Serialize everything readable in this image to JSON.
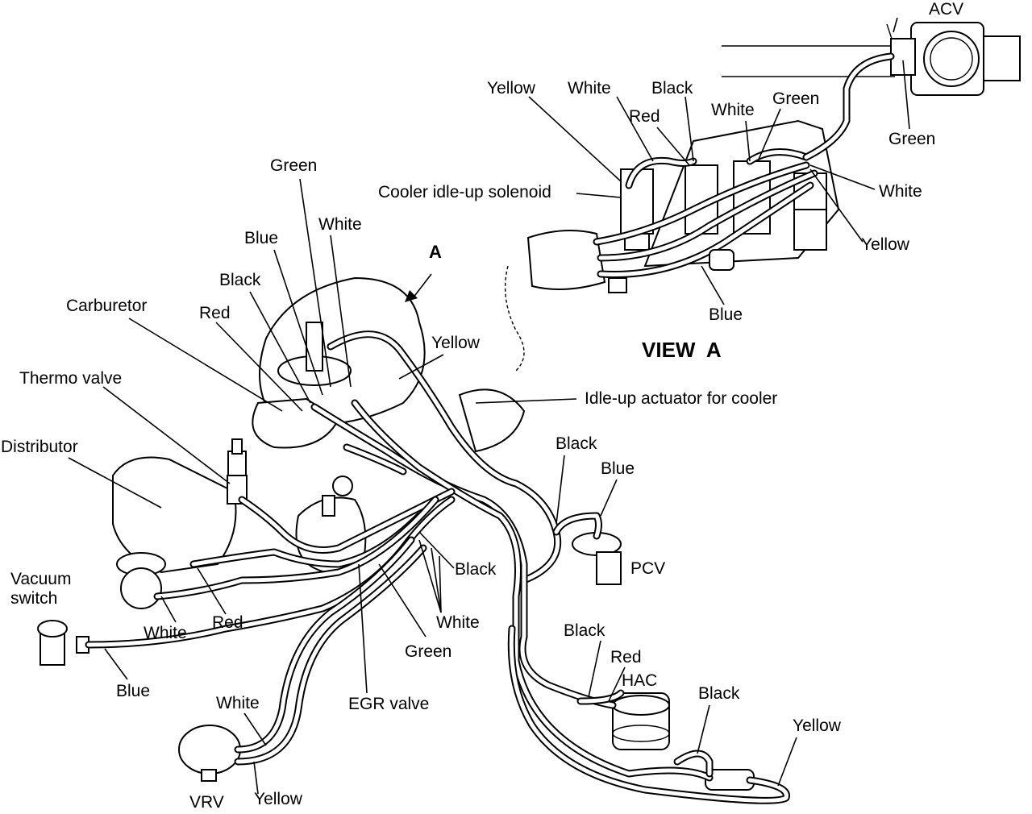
{
  "labels": {
    "acv": "ACV",
    "yellow_top": "Yellow",
    "white_top": "White",
    "black_top": "Black",
    "red_top": "Red",
    "white_mid_top": "White",
    "green_top": "Green",
    "green_acv": "Green",
    "cooler_solenoid": "Cooler idle-up solenoid",
    "white_right": "White",
    "yellow_right": "Yellow",
    "blue_view": "Blue",
    "view_a": "VIEW  A",
    "arrow_a": "A",
    "green_left": "Green",
    "white_left": "White",
    "blue_left": "Blue",
    "black_left": "Black",
    "carburetor": "Carburetor",
    "red_left": "Red",
    "yellow_mid": "Yellow",
    "idle_up_actuator": "Idle-up actuator for cooler",
    "thermo_valve": "Thermo valve",
    "distributor": "Distributor",
    "black_pcv": "Black",
    "blue_pcv": "Blue",
    "pcv": "PCV",
    "black_mid": "Black",
    "vacuum_switch": "Vacuum\nswitch",
    "white_mid": "White",
    "white_dist": "White",
    "red_dist": "Red",
    "green_mid": "Green",
    "blue_bottom": "Blue",
    "black_hac": "Black",
    "red_hac": "Red",
    "hac": "HAC",
    "black_bottom_right": "Black",
    "white_vrv": "White",
    "egr_valve": "EGR valve",
    "yellow_bottom_right": "Yellow",
    "vrv": "VRV",
    "yellow_vrv": "Yellow"
  }
}
